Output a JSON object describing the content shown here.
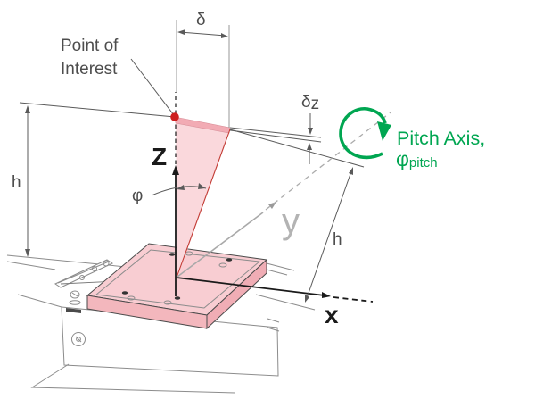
{
  "diagram": {
    "title_hint": "pitch-error schematic of a linear translation stage",
    "labels": {
      "point_of_interest_line1": "Point of",
      "point_of_interest_line2": "Interest",
      "delta": "δ",
      "delta_z_base": "δ",
      "delta_z_sub": "z",
      "h_left": "h",
      "h_right": "h",
      "phi": "φ",
      "z_axis": "Z",
      "y_axis": "y",
      "x_axis": "x",
      "pitch_axis_title": "Pitch Axis,",
      "pitch_phi_symbol": "φ",
      "pitch_phi_sub": "pitch"
    },
    "colors": {
      "accent_green": "#00a651",
      "point_red": "#ce1f1f",
      "beam_red": "#c23b34",
      "wedge_pink_light": "#fad8dc",
      "wedge_pink_band": "#f2abb4",
      "plate_top_pink": "#f8cdd2",
      "plate_front_pink": "#f3b7bd",
      "plate_side_pink": "#f0adb5",
      "dimension_gray": "#5a5a5a",
      "text_gray": "#4d4d4d",
      "y_axis_gray": "#a9a9a9",
      "stage_art_gray": "#8c8c8c"
    }
  }
}
